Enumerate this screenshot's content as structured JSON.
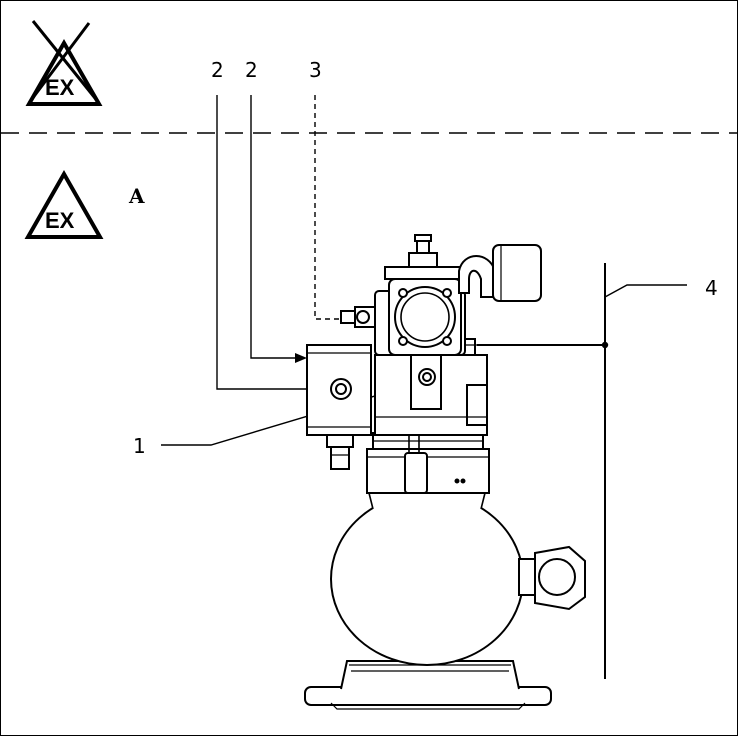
{
  "figure": {
    "zone_letter": "A",
    "callouts": {
      "c1": "1",
      "c2a": "2",
      "c2b": "2",
      "c3": "3",
      "c4": "4"
    },
    "icons": {
      "non_ex": "EX",
      "ex": "EX"
    },
    "icon_names": {
      "non_ex_zone": "no-ex-zone-icon",
      "ex_zone": "ex-zone-warning-icon"
    }
  }
}
